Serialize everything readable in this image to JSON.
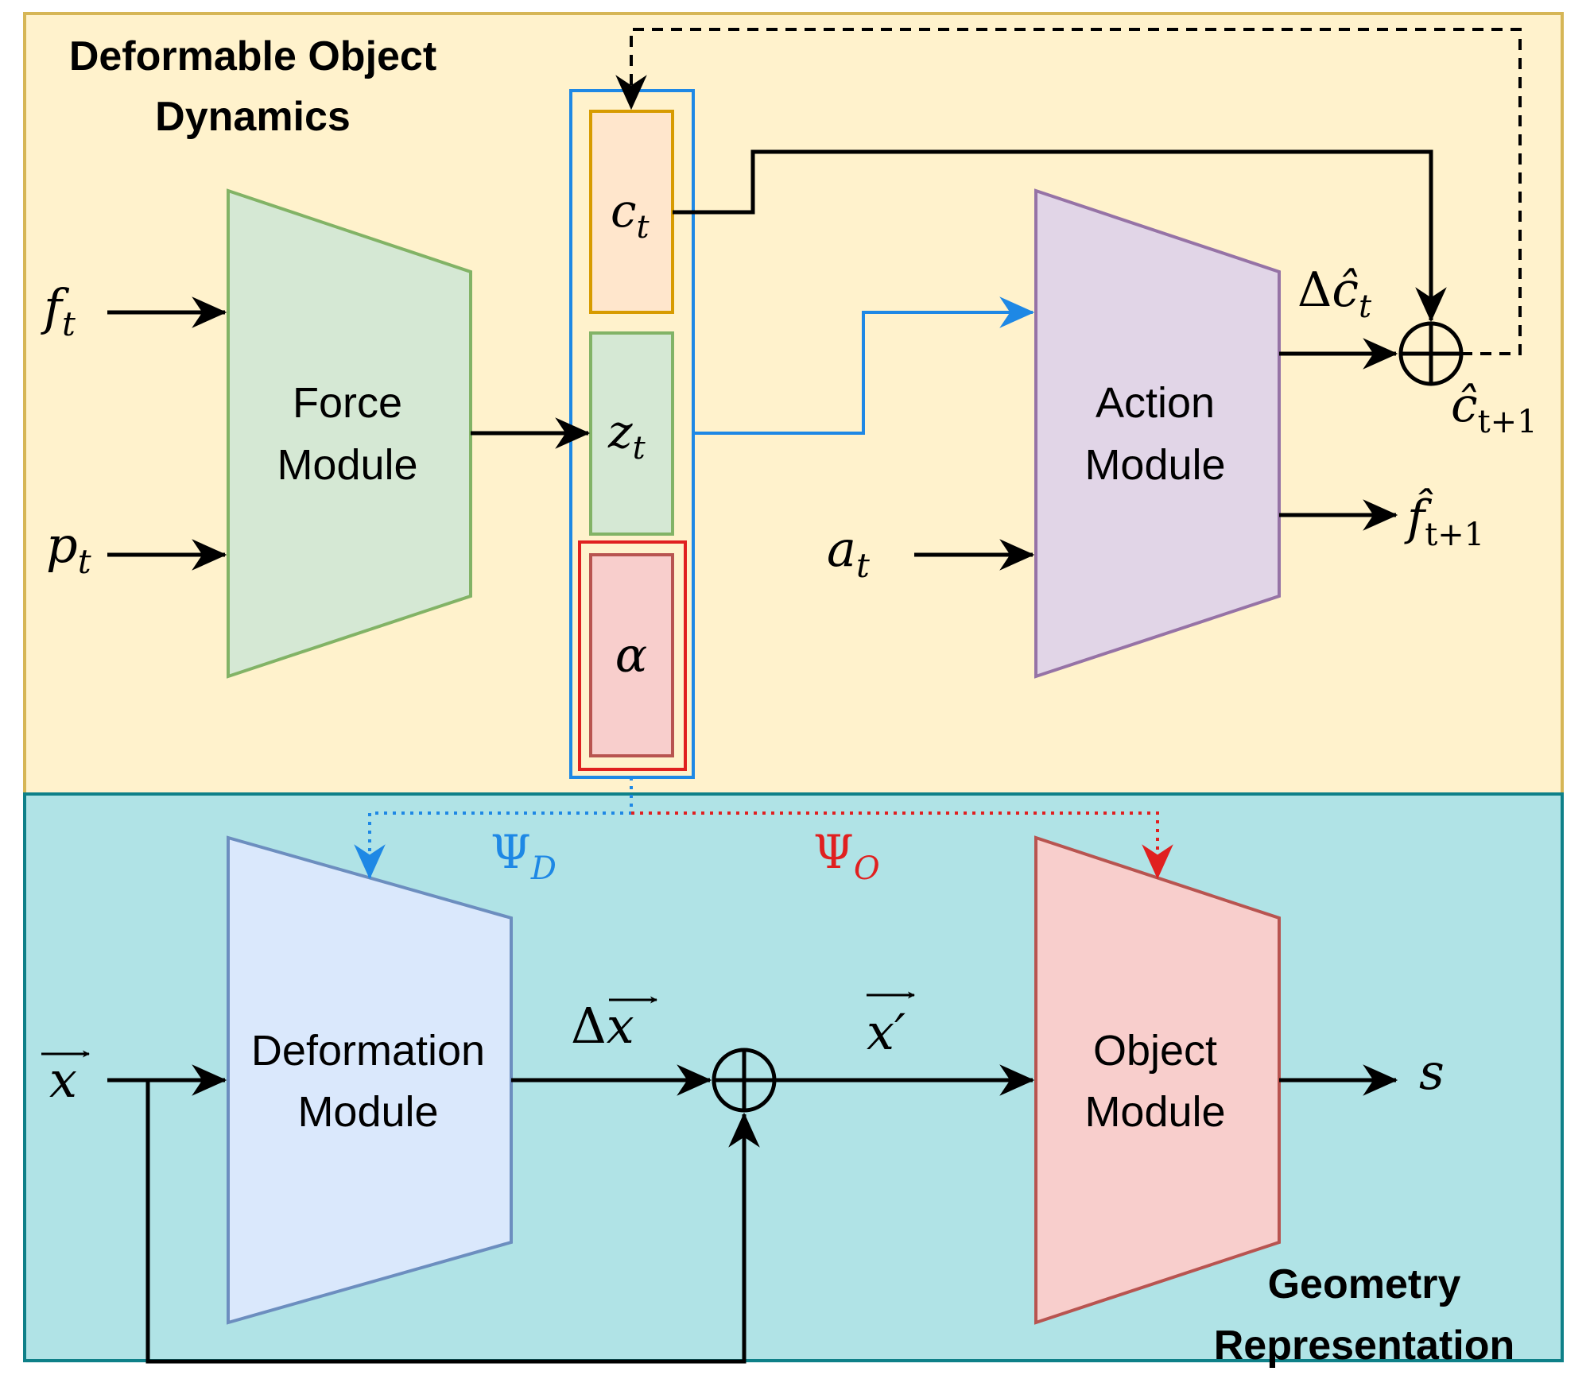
{
  "panels": {
    "top": {
      "title_line1": "Deformable Object",
      "title_line2": "Dynamics",
      "fill": "#FFF2CC",
      "stroke": "#D6B656"
    },
    "bottom": {
      "title_line1": "Geometry",
      "title_line2": "Representation",
      "fill": "#B0E3E6",
      "stroke": "#0E8088"
    }
  },
  "modules": {
    "force": {
      "line1": "Force",
      "line2": "Module",
      "fill": "#D5E8D4",
      "stroke": "#82B366"
    },
    "action": {
      "line1": "Action",
      "line2": "Module",
      "fill": "#E1D5E7",
      "stroke": "#9673A6"
    },
    "deformation": {
      "line1": "Deformation",
      "line2": "Module",
      "fill": "#DAE8FC",
      "stroke": "#6C8EBF"
    },
    "object": {
      "line1": "Object",
      "line2": "Module",
      "fill": "#F8CECC",
      "stroke": "#B85450"
    }
  },
  "latent": {
    "c_base": "c",
    "c_sub": "t",
    "z_base": "z",
    "z_sub": "t",
    "alpha": "α"
  },
  "inputs": {
    "f_base": "f",
    "f_sub": "t",
    "p_base": "p",
    "p_sub": "t",
    "a_base": "a",
    "a_sub": "t",
    "x_base": "x"
  },
  "outputs": {
    "delta_c_delta": "Δ",
    "delta_c_base": "ĉ",
    "delta_c_sub": "t",
    "c_next_base": "ĉ",
    "c_next_sub": "t+1",
    "f_next_base": "f̂",
    "f_next_sub": "t+1",
    "delta_x_delta": "Δ",
    "delta_x_base": "x",
    "x_prime_base": "x′",
    "s": "s"
  },
  "params": {
    "psi_d_base": "Ψ",
    "psi_d_sub": "D",
    "psi_o_base": "Ψ",
    "psi_o_sub": "O"
  },
  "colors": {
    "blue_flow": "#1E88E5",
    "red_flow": "#E02020",
    "black": "#000000"
  }
}
